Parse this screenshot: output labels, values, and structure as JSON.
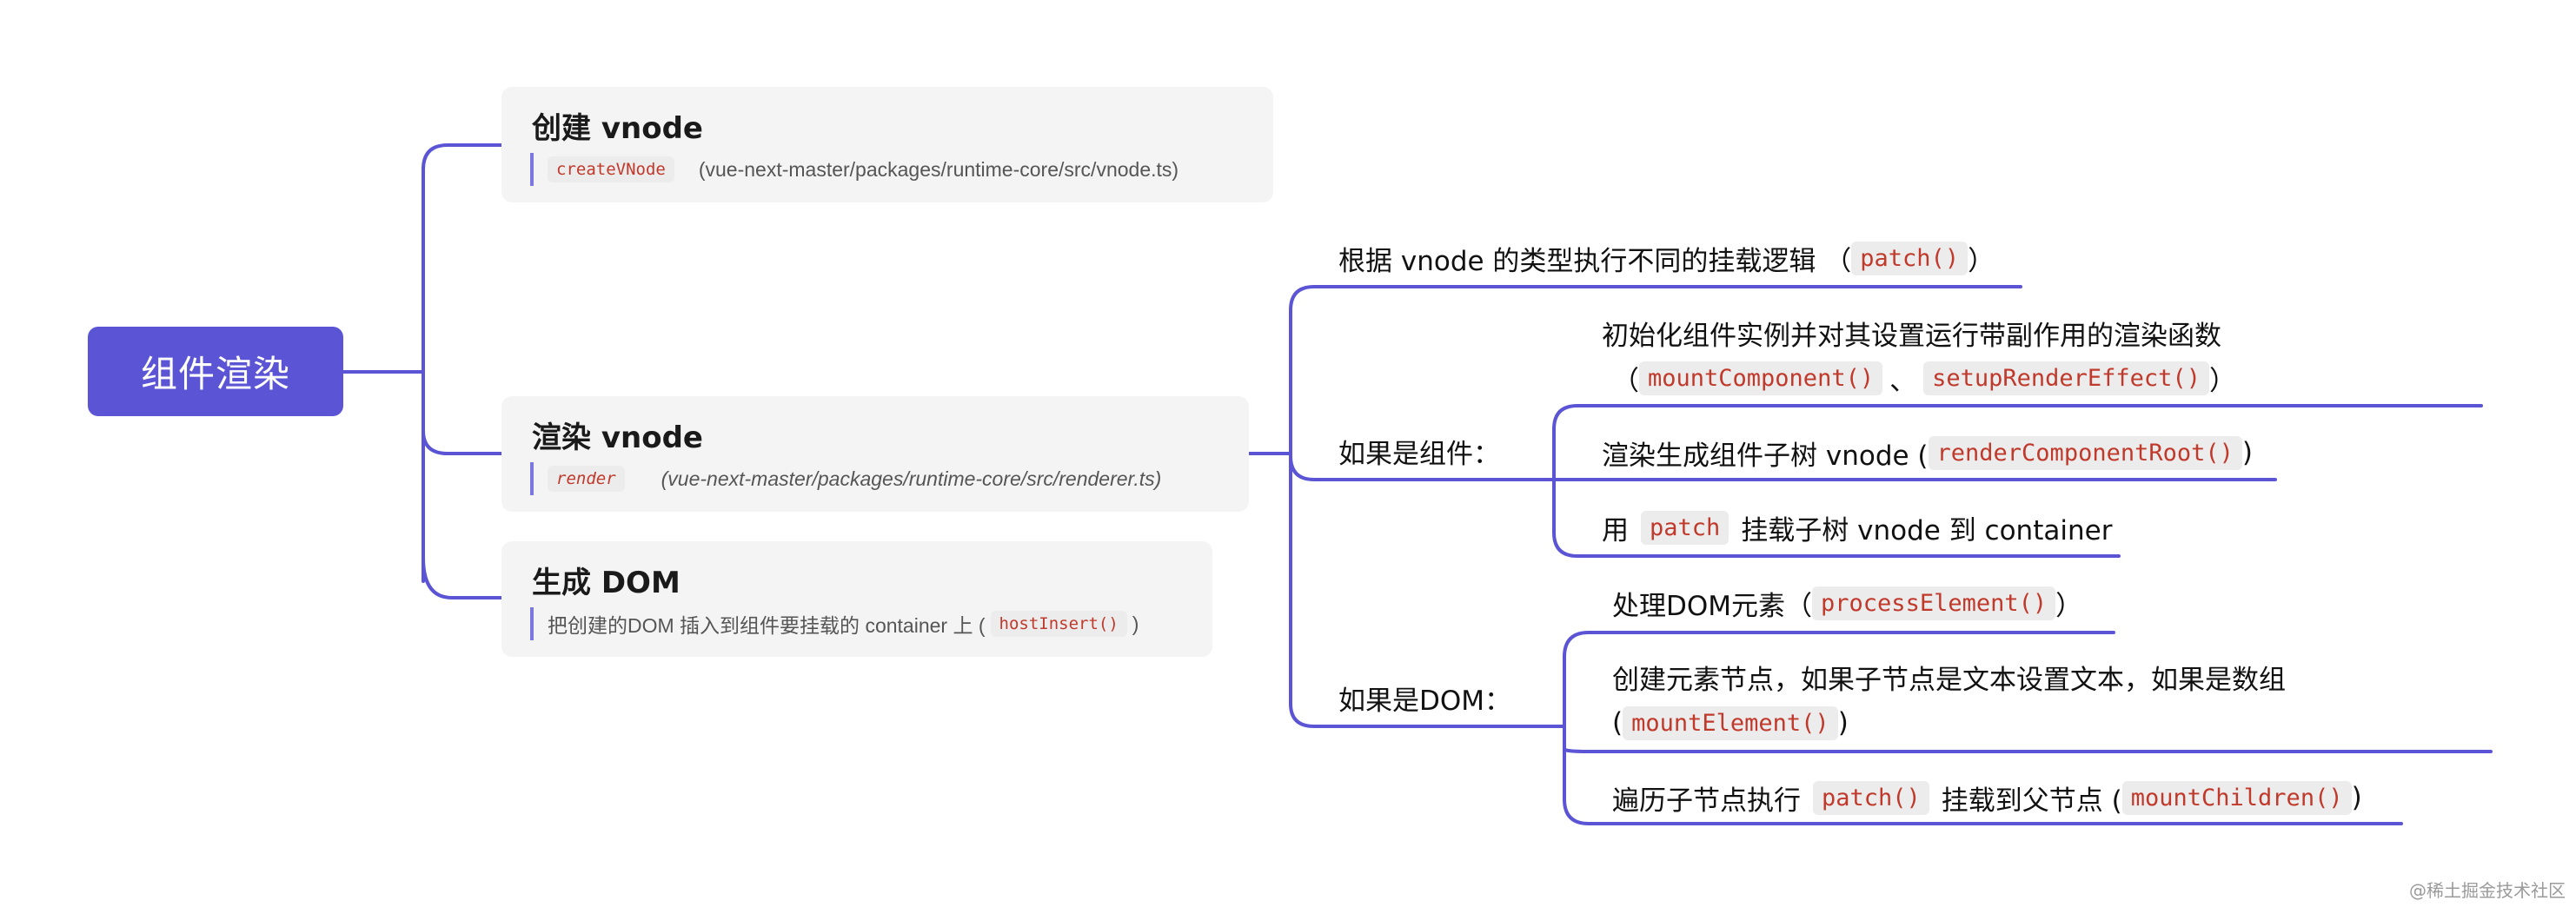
{
  "root": {
    "label": "组件渲染"
  },
  "cards": {
    "create": {
      "title": "创建 vnode",
      "code": "createVNode",
      "path": "(vue-next-master/packages/runtime-core/src/vnode.ts)"
    },
    "render": {
      "title": "渲染 vnode",
      "code": "render",
      "path": "(vue-next-master/packages/runtime-core/src/renderer.ts)"
    },
    "dom": {
      "title": "生成 DOM",
      "note_prefix": "把创建的DOM 插入到组件要挂载的 container 上 (",
      "code": "hostInsert()",
      "note_suffix": ")"
    }
  },
  "branches": {
    "patch": {
      "text": "根据 vnode 的类型执行不同的挂载逻辑 （",
      "code": "patch()",
      "suffix": "）"
    },
    "component": {
      "label": "如果是组件：",
      "item1": {
        "line1": "初始化组件实例并对其设置运行带副作用的渲染函数",
        "open": "（",
        "code1": "mountComponent()",
        "sep": "、",
        "code2": "setupRenderEffect()",
        "close": "）"
      },
      "item2": {
        "text": "渲染生成组件子树 vnode (",
        "code": "renderComponentRoot()",
        "suffix": ")"
      },
      "item3": {
        "prefix": "用",
        "code": "patch",
        "suffix": "挂载子树 vnode 到 container"
      }
    },
    "dom": {
      "label": "如果是DOM：",
      "item1": {
        "text": "处理DOM元素（",
        "code": "processElement()",
        "suffix": "）"
      },
      "item2": {
        "line1": "创建元素节点，如果子节点是文本设置文本，如果是数组",
        "open": "(",
        "code": "mountElement()",
        "close": ")"
      },
      "item3": {
        "prefix": "遍历子节点执行",
        "code1": "patch()",
        "middle": "挂载到父节点 (",
        "code2": "mountChildren()",
        "suffix": ")"
      }
    }
  },
  "watermark": "@稀土掘金技术社区",
  "colors": {
    "accent": "#5b55d6",
    "line": "#5b55d6",
    "code": "#c0392b",
    "card_bg": "#f4f4f4"
  }
}
